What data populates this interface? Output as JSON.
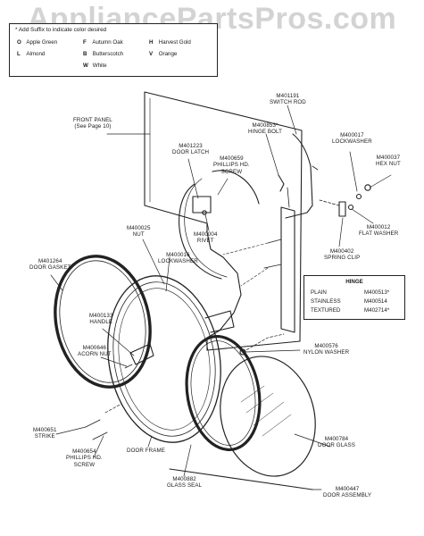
{
  "watermark": "AppliancePartsPros.com",
  "legend": {
    "title": "* Add Suffix to indicate color desired",
    "colors": [
      {
        "code": "O",
        "name": "Apple Green"
      },
      {
        "code": "F",
        "name": "Autumn Oak"
      },
      {
        "code": "H",
        "name": "Harvest Gold"
      },
      {
        "code": "L",
        "name": "Almond"
      },
      {
        "code": "B",
        "name": "Butterscotch"
      },
      {
        "code": "V",
        "name": "Orange"
      },
      {
        "code": "W",
        "name": "White"
      }
    ]
  },
  "parts": {
    "front_panel": {
      "line1": "FRONT PANEL",
      "line2": "(See Page 10)"
    },
    "switch_rod": {
      "part": "M401191",
      "name": "SWITCH ROD"
    },
    "hinge_bolt": {
      "part": "M400853*",
      "name": "HINGE BOLT"
    },
    "lockwasher_top": {
      "part": "M400017",
      "name": "LOCKWASHER"
    },
    "hex_nut": {
      "part": "M400037",
      "name": "HEX NUT"
    },
    "door_latch": {
      "part": "M401223",
      "name": "DOOR LATCH"
    },
    "phillips_screw_top": {
      "part": "M400659",
      "name1": "PHILLIPS HD.",
      "name2": "SCREW"
    },
    "rivet": {
      "part": "M400004",
      "name": "RIVET"
    },
    "flat_washer": {
      "part": "M400012",
      "name": "FLAT WASHER"
    },
    "spring_clip": {
      "part": "M400402",
      "name": "SPRING CLIP"
    },
    "nut": {
      "part": "M400025",
      "name": "NUT"
    },
    "lockwasher_mid": {
      "part": "M400016",
      "name": "LOCKWASHER"
    },
    "door_gasket": {
      "part": "M401264",
      "name": "DOOR GASKET"
    },
    "handle": {
      "part": "M400133",
      "name": "HANDLE"
    },
    "acorn_nut": {
      "part": "M400646",
      "name": "ACORN NUT"
    },
    "nylon_washer": {
      "part": "M400576",
      "name": "NYLON WASHER"
    },
    "strike": {
      "part": "M400651",
      "name": "STRIKE"
    },
    "phillips_screw_bottom": {
      "part": "M400654",
      "name1": "PHILLIPS HD.",
      "name2": "SCREW"
    },
    "door_frame": {
      "name": "DOOR FRAME"
    },
    "door_glass": {
      "part": "M400784",
      "name": "DOOR GLASS"
    },
    "glass_seal": {
      "part": "M400882",
      "name": "GLASS SEAL"
    },
    "door_assembly": {
      "part": "M400447",
      "name": "DOOR ASSEMBLY"
    }
  },
  "hinge_table": {
    "title": "HINGE",
    "rows": [
      {
        "finish": "PLAIN",
        "part": "M400513*"
      },
      {
        "finish": "STAINLESS",
        "part": "M400514"
      },
      {
        "finish": "TEXTURED",
        "part": "M402714*"
      }
    ]
  }
}
